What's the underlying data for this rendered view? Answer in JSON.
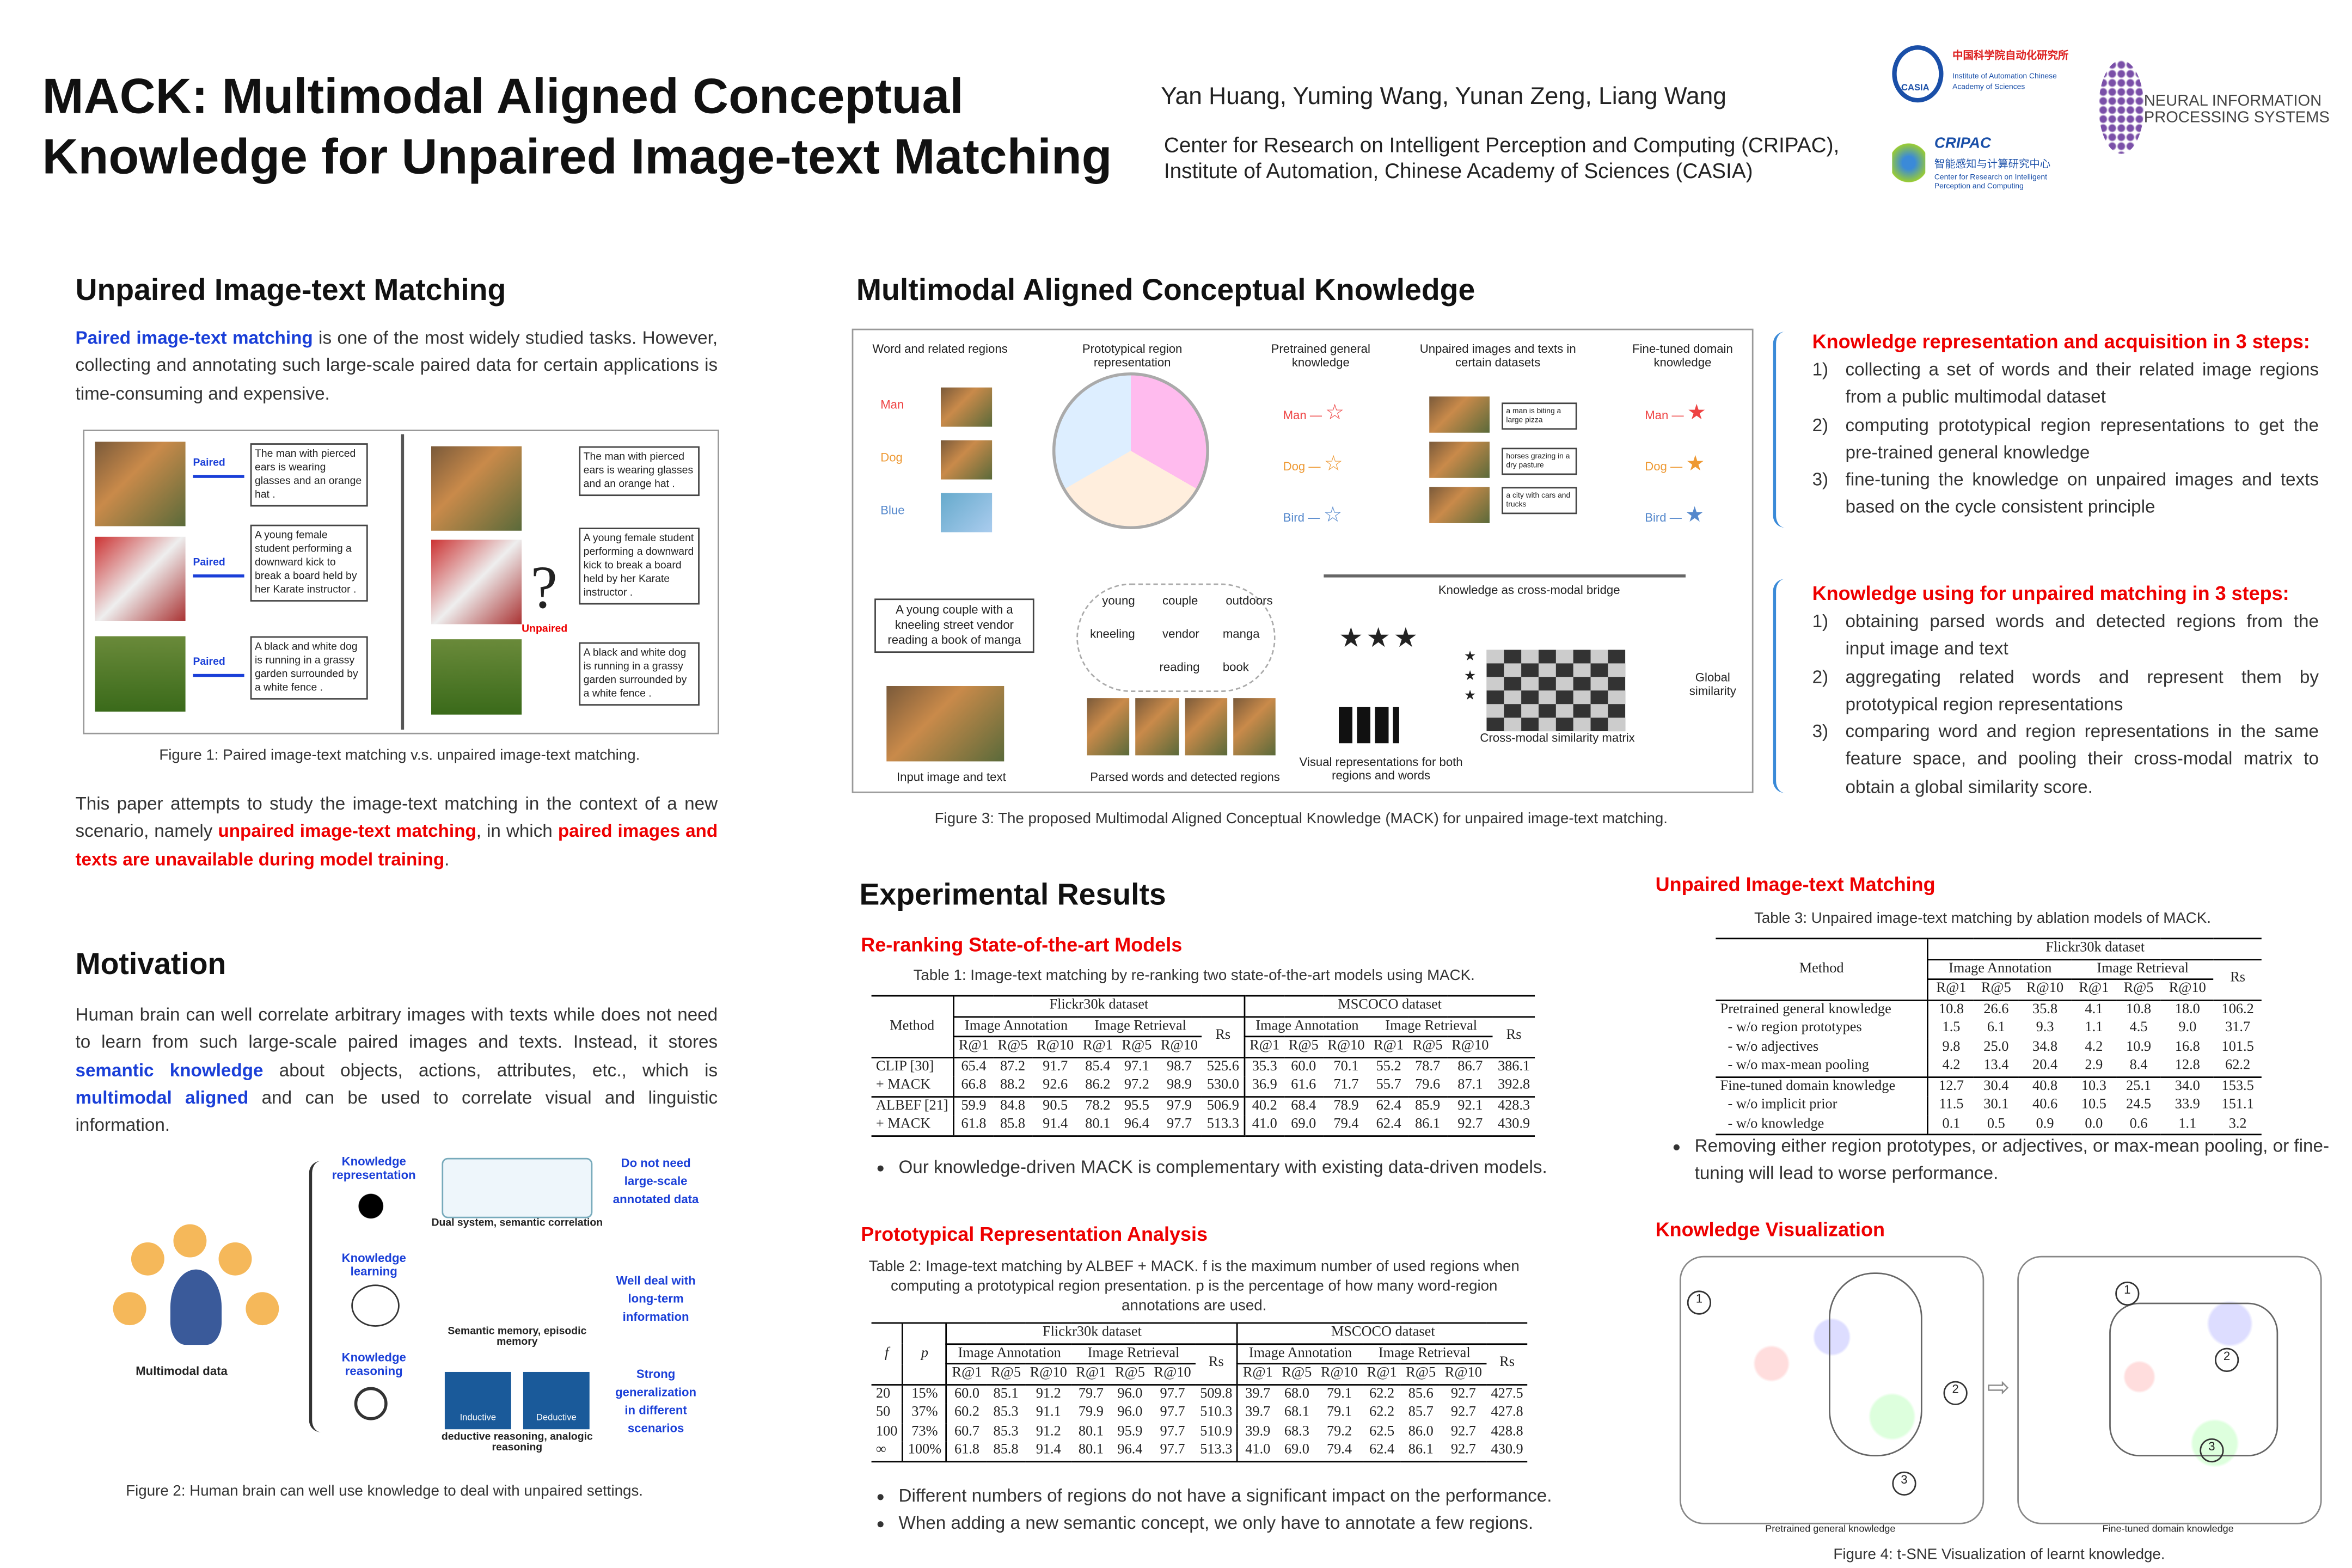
{
  "header": {
    "title_line1": "MACK: Multimodal Aligned Conceptual",
    "title_line2": "Knowledge for Unpaired Image-text Matching",
    "authors": "Yan Huang, Yuming Wang, Yunan Zeng, Liang Wang",
    "affiliation_line1": "Center for Research on Intelligent Perception and Computing (CRIPAC),",
    "affiliation_line2": "Institute of Automation, Chinese Academy of Sciences (CASIA)",
    "logos": {
      "casia_cn": "中国科学院自动化研究所",
      "casia_en": "Institute of Automation Chinese Academy of Sciences",
      "casia_abbr": "CASIA",
      "cripac": "CRIPAC",
      "cripac_cn": "智能感知与计算研究中心",
      "cripac_en": "Center for Research on Intelligent Perception and Computing",
      "neurips_line1": "NEURAL INFORMATION",
      "neurips_line2": "PROCESSING SYSTEMS"
    }
  },
  "unpaired": {
    "heading": "Unpaired Image-text Matching",
    "p1_link": "Paired image-text matching",
    "p1_rest": " is one of the most widely studied tasks. However, collecting and annotating such large-scale paired data for certain applications is time-consuming and expensive.",
    "fig1": {
      "paired": "Paired",
      "unpaired": "Unpaired",
      "question": "?",
      "captions": [
        "The man with pierced ears is wearing glasses and an orange hat .",
        "A young female student performing a downward kick to break a board held by her Karate instructor .",
        "A black and white dog is running in a grassy garden surrounded by a white fence ."
      ],
      "caption": "Figure 1: Paired image-text matching v.s. unpaired image-text matching."
    },
    "p2_a": "This paper attempts to study the image-text matching in the context of a new scenario, namely ",
    "p2_b": "unpaired image-text matching",
    "p2_c": ", in which ",
    "p2_d": "paired images and texts are unavailable during model training",
    "p2_e": "."
  },
  "motivation": {
    "heading": "Motivation",
    "p_a": "Human brain can well correlate arbitrary images with texts while does not need to learn from such large-scale paired images and texts. Instead, it stores ",
    "p_b": "semantic knowledge",
    "p_c": " about objects, actions, attributes, etc., which is ",
    "p_d": "multimodal aligned",
    "p_e": " and can be used to correlate visual and linguistic information.",
    "fig2": {
      "multimodal": "Multimodal data",
      "rows": [
        {
          "left": "Knowledge representation",
          "mid": "Dual system, semantic correlation",
          "right": "Do not need large-scale annotated data"
        },
        {
          "left": "Knowledge learning",
          "mid": "Semantic memory, episodic memory",
          "right": "Well deal with long-term information"
        },
        {
          "left": "Knowledge reasoning",
          "mid": "deductive reasoning, analogic reasoning",
          "right": "Strong generalization in different scenarios"
        }
      ],
      "inductive": "Inductive",
      "deductive": "Deductive",
      "caption": "Figure 2: Human brain can well use knowledge to deal with unpaired settings."
    }
  },
  "mack": {
    "heading": "Multimodal Aligned Conceptual Knowledge",
    "fig3": {
      "col_words": "Word and related regions",
      "col_proto": "Prototypical region representation",
      "col_pre": "Pretrained general knowledge",
      "col_unp": "Unpaired images and texts in certain datasets",
      "col_ft": "Fine-tuned domain knowledge",
      "words": [
        "Man",
        "Dog",
        "Blue"
      ],
      "words2": [
        "Man",
        "Dog",
        "Bird"
      ],
      "unp_caps": [
        "a man is biting a large pizza",
        "horses grazing in a dry pasture",
        "a city with cars and trucks"
      ],
      "bridge": "Knowledge as cross-modal bridge",
      "input_text": "A young couple with a kneeling street vendor reading a book of manga",
      "input_label": "Input image and text",
      "graph_words": [
        "young",
        "couple",
        "outdoors",
        "kneeling",
        "vendor",
        "manga",
        "reading",
        "book"
      ],
      "parsed_label": "Parsed words and detected regions",
      "visual_label": "Visual representations for both regions and words",
      "matrix_label": "Cross-modal similarity matrix",
      "global": "Global similarity",
      "caption": "Figure 3: The proposed Multimodal Aligned Conceptual Knowledge (MACK) for unpaired image-text matching."
    },
    "acq_heading": "Knowledge representation and acquisition in 3 steps:",
    "acq_steps": [
      "collecting a set of words and their related image regions from a public multimodal dataset",
      "computing prototypical region representations to get the pre-trained general knowledge",
      "fine-tuning the knowledge on unpaired images and texts based on the cycle consistent principle"
    ],
    "use_heading": "Knowledge using for unpaired matching in 3 steps:",
    "use_steps": [
      "obtaining parsed words and detected regions from the input image and text",
      "aggregating related words and represent them by prototypical region representations",
      "comparing word and region representations in the same feature space, and pooling their cross-modal matrix to obtain a global similarity score."
    ]
  },
  "results": {
    "heading": "Experimental Results",
    "rerank_heading": "Re-ranking State-of-the-art Models",
    "table1": {
      "caption": "Table 1: Image-text matching by re-ranking two state-of-the-art models using MACK.",
      "method": "Method",
      "datasets": [
        "Flickr30k dataset",
        "MSCOCO dataset"
      ],
      "groups": [
        "Image Annotation",
        "Image Retrieval"
      ],
      "rs": "Rs",
      "metrics": [
        "R@1",
        "R@5",
        "R@10"
      ],
      "rows": [
        {
          "name": "CLIP",
          "ref": "[30]",
          "values": [
            "65.4",
            "87.2",
            "91.7",
            "85.4",
            "97.1",
            "98.7",
            "525.6",
            "35.3",
            "60.0",
            "70.1",
            "55.2",
            "78.7",
            "86.7",
            "386.1"
          ]
        },
        {
          "name": "+ MACK",
          "ref": "",
          "values": [
            "66.8",
            "88.2",
            "92.6",
            "86.2",
            "97.2",
            "98.9",
            "530.0",
            "36.9",
            "61.6",
            "71.7",
            "55.7",
            "79.6",
            "87.1",
            "392.8"
          ]
        },
        {
          "name": "ALBEF",
          "ref": "[21]",
          "values": [
            "59.9",
            "84.8",
            "90.5",
            "78.2",
            "95.5",
            "97.9",
            "506.9",
            "40.2",
            "68.4",
            "78.9",
            "62.4",
            "85.9",
            "92.1",
            "428.3"
          ]
        },
        {
          "name": "+ MACK",
          "ref": "",
          "values": [
            "61.8",
            "85.8",
            "91.4",
            "80.1",
            "96.4",
            "97.7",
            "513.3",
            "41.0",
            "69.0",
            "79.4",
            "62.4",
            "86.1",
            "92.7",
            "430.9"
          ]
        }
      ]
    },
    "bullet1": "Our knowledge-driven MACK is complementary with existing data-driven models.",
    "proto_heading": "Prototypical Representation Analysis",
    "table2": {
      "caption": "Table 2: Image-text matching by ALBEF + MACK. f is the maximum number of used regions when computing a prototypical region presentation. p is the percentage of how many word-region annotations are used.",
      "f": "f",
      "p": "p",
      "rows": [
        {
          "f": "20",
          "p": "15%",
          "values": [
            "60.0",
            "85.1",
            "91.2",
            "79.7",
            "96.0",
            "97.7",
            "509.8",
            "39.7",
            "68.0",
            "79.1",
            "62.2",
            "85.6",
            "92.7",
            "427.5"
          ]
        },
        {
          "f": "50",
          "p": "37%",
          "values": [
            "60.2",
            "85.3",
            "91.1",
            "79.9",
            "96.0",
            "97.7",
            "510.3",
            "39.7",
            "68.1",
            "79.1",
            "62.2",
            "85.7",
            "92.7",
            "427.8"
          ]
        },
        {
          "f": "100",
          "p": "73%",
          "values": [
            "60.7",
            "85.3",
            "91.2",
            "80.1",
            "95.9",
            "97.7",
            "510.9",
            "39.9",
            "68.3",
            "79.2",
            "62.5",
            "86.0",
            "92.7",
            "428.8"
          ]
        },
        {
          "f": "∞",
          "p": "100%",
          "values": [
            "61.8",
            "85.8",
            "91.4",
            "80.1",
            "96.4",
            "97.7",
            "513.3",
            "41.0",
            "69.0",
            "79.4",
            "62.4",
            "86.1",
            "92.7",
            "430.9"
          ]
        }
      ]
    },
    "bullets2": [
      "Different numbers of regions do not have a significant impact on the performance.",
      "When adding a new semantic concept, we only have to annotate a few regions."
    ],
    "unp_heading": "Unpaired Image-text Matching",
    "table3": {
      "caption": "Table 3: Unpaired image-text matching by ablation models of MACK.",
      "rows": [
        {
          "name": "Pretrained general knowledge",
          "values": [
            "10.8",
            "26.6",
            "35.8",
            "4.1",
            "10.8",
            "18.0",
            "106.2"
          ]
        },
        {
          "name": "- w/o region prototypes",
          "values": [
            "1.5",
            "6.1",
            "9.3",
            "1.1",
            "4.5",
            "9.0",
            "31.7"
          ]
        },
        {
          "name": "- w/o adjectives",
          "values": [
            "9.8",
            "25.0",
            "34.8",
            "4.2",
            "10.9",
            "16.8",
            "101.5"
          ]
        },
        {
          "name": "- w/o max-mean pooling",
          "values": [
            "4.2",
            "13.4",
            "20.4",
            "2.9",
            "8.4",
            "12.8",
            "62.2"
          ]
        },
        {
          "name": "Fine-tuned domain knowledge",
          "values": [
            "12.7",
            "30.4",
            "40.8",
            "10.3",
            "25.1",
            "34.0",
            "153.5"
          ]
        },
        {
          "name": "- w/o implicit prior",
          "values": [
            "11.5",
            "30.1",
            "40.6",
            "10.5",
            "24.5",
            "33.9",
            "151.1"
          ]
        },
        {
          "name": "- w/o knowledge",
          "values": [
            "0.1",
            "0.5",
            "0.9",
            "0.0",
            "0.6",
            "1.1",
            "3.2"
          ]
        }
      ]
    },
    "bullet3": "Removing either region prototypes, or adjectives, or max-mean pooling, or fine-tuning will lead to worse performance.",
    "vis_heading": "Knowledge Visualization",
    "fig4": {
      "left_label": "Pretrained general knowledge",
      "right_label": "Fine-tuned domain knowledge",
      "caption": "Figure 4: t-SNE Visualization of learnt knowledge.",
      "markers": [
        "1",
        "2",
        "3"
      ]
    }
  }
}
